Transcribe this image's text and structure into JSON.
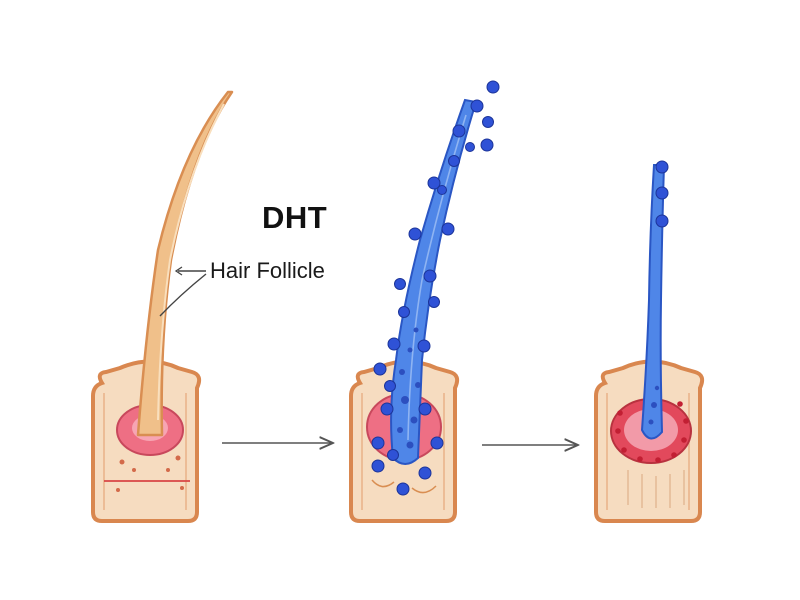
{
  "diagram": {
    "labels": {
      "dht": "DHT",
      "hair_follicle": "Hair Follicle"
    },
    "stages": [
      {
        "id": "healthy",
        "hair": "thick tan hair shaft",
        "follicle_core": "pink dermal papilla"
      },
      {
        "id": "dht-attack",
        "hair": "blue hair shaft covered by DHT particles",
        "follicle_core": "pink dermal papilla"
      },
      {
        "id": "miniaturized",
        "hair": "thin blue hair shaft",
        "follicle_core": "red dermal papilla with dots"
      }
    ],
    "colors": {
      "skin_fill": "#f6dcc0",
      "skin_outline": "#d9874f",
      "tan_hair": "#f0c08a",
      "hair_outline": "#d98e52",
      "papilla_pink": "#ee6f84",
      "papilla_red": "#e2495c",
      "dht_blue": "#2f52d6",
      "hair_blue": "#4f86e8",
      "arrow": "#555555"
    }
  }
}
